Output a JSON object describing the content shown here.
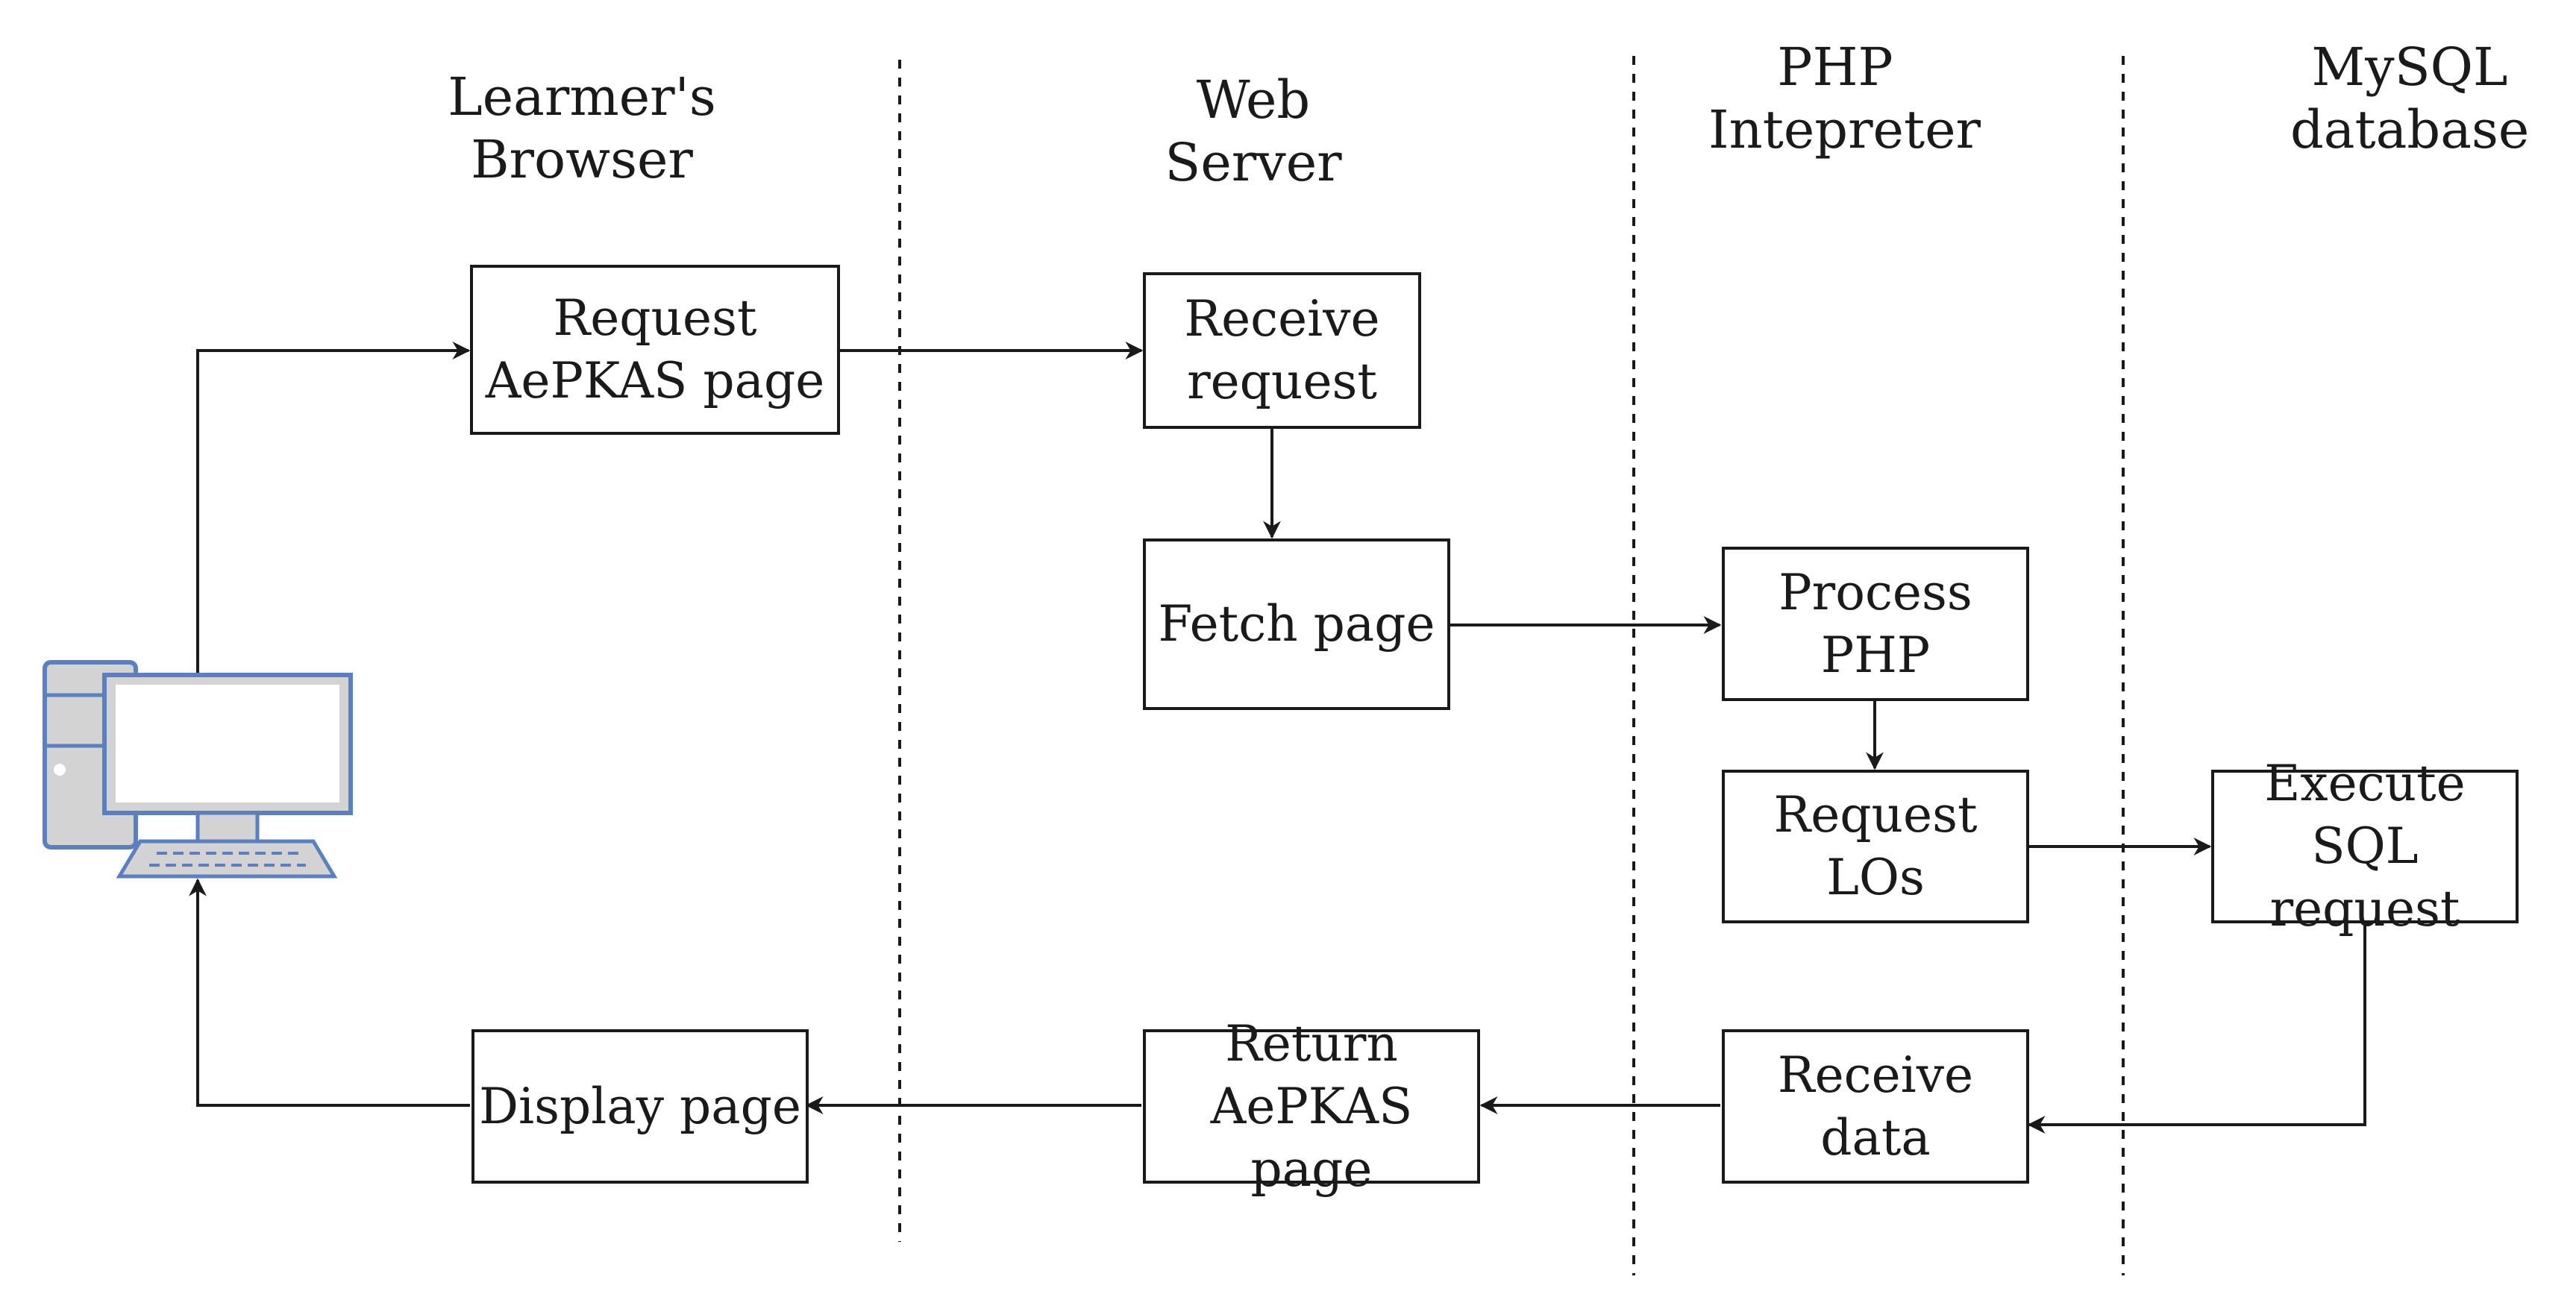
{
  "lanes": [
    {
      "id": "browser",
      "title": "Learmer's\nBrowser"
    },
    {
      "id": "web",
      "title": "Web Server"
    },
    {
      "id": "php",
      "title": "PHP\nIntepreter"
    },
    {
      "id": "mysql",
      "title": "MySQL\ndatabase"
    }
  ],
  "nodes": {
    "request_page": "Request\nAePKAS page",
    "receive_request": "Receive\nrequest",
    "fetch_page": "Fetch page",
    "process_php": "Process PHP",
    "request_los": "Request\nLOs",
    "execute_sql": "Execute\nSQL request",
    "receive_data": "Receive data",
    "return_page": "Return\nAePKAS page",
    "display_page": "Display page"
  },
  "icons": {
    "computer": "desktop-computer-icon"
  },
  "colors": {
    "stroke": "#1a1a1a",
    "computer_outline": "#5b7fbf",
    "computer_fill": "#d3d3d3",
    "computer_screen": "#ffffff"
  }
}
